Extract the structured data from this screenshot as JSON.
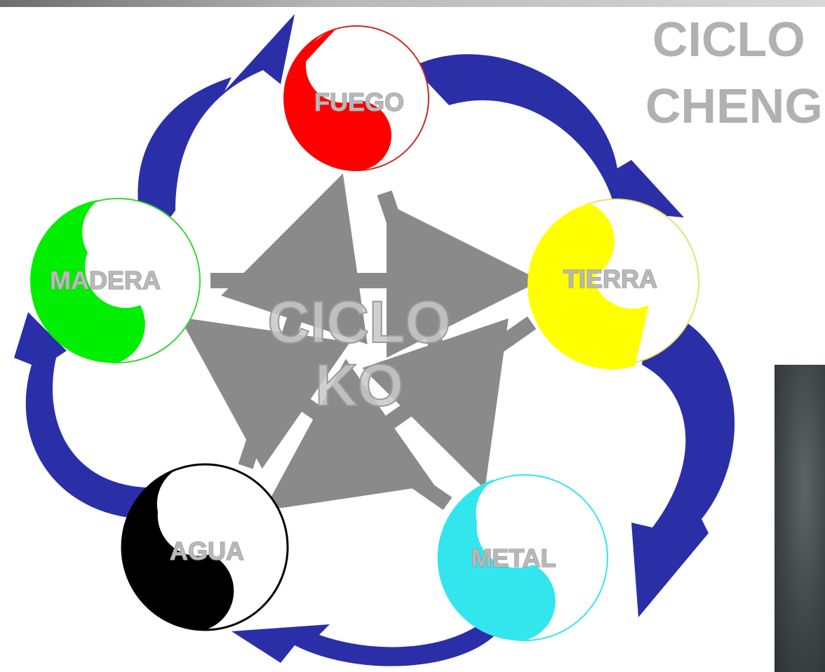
{
  "cycles": {
    "cheng_line1": "CICLO",
    "cheng_line2": "CHENG",
    "ko_line1": "CICLO",
    "ko_line2": "KO"
  },
  "elements": {
    "fuego": {
      "label": "FUEGO",
      "color": "#ff0000"
    },
    "tierra": {
      "label": "TIERRA",
      "color": "#ffff00"
    },
    "metal": {
      "label": "METAL",
      "color": "#33e6ee"
    },
    "agua": {
      "label": "AGUA",
      "color": "#000000"
    },
    "madera": {
      "label": "MADERA",
      "color": "#00ee00"
    }
  },
  "colors": {
    "cheng_arrows": "#2a2fa8",
    "ko_arrows": "#8a8a8a"
  }
}
